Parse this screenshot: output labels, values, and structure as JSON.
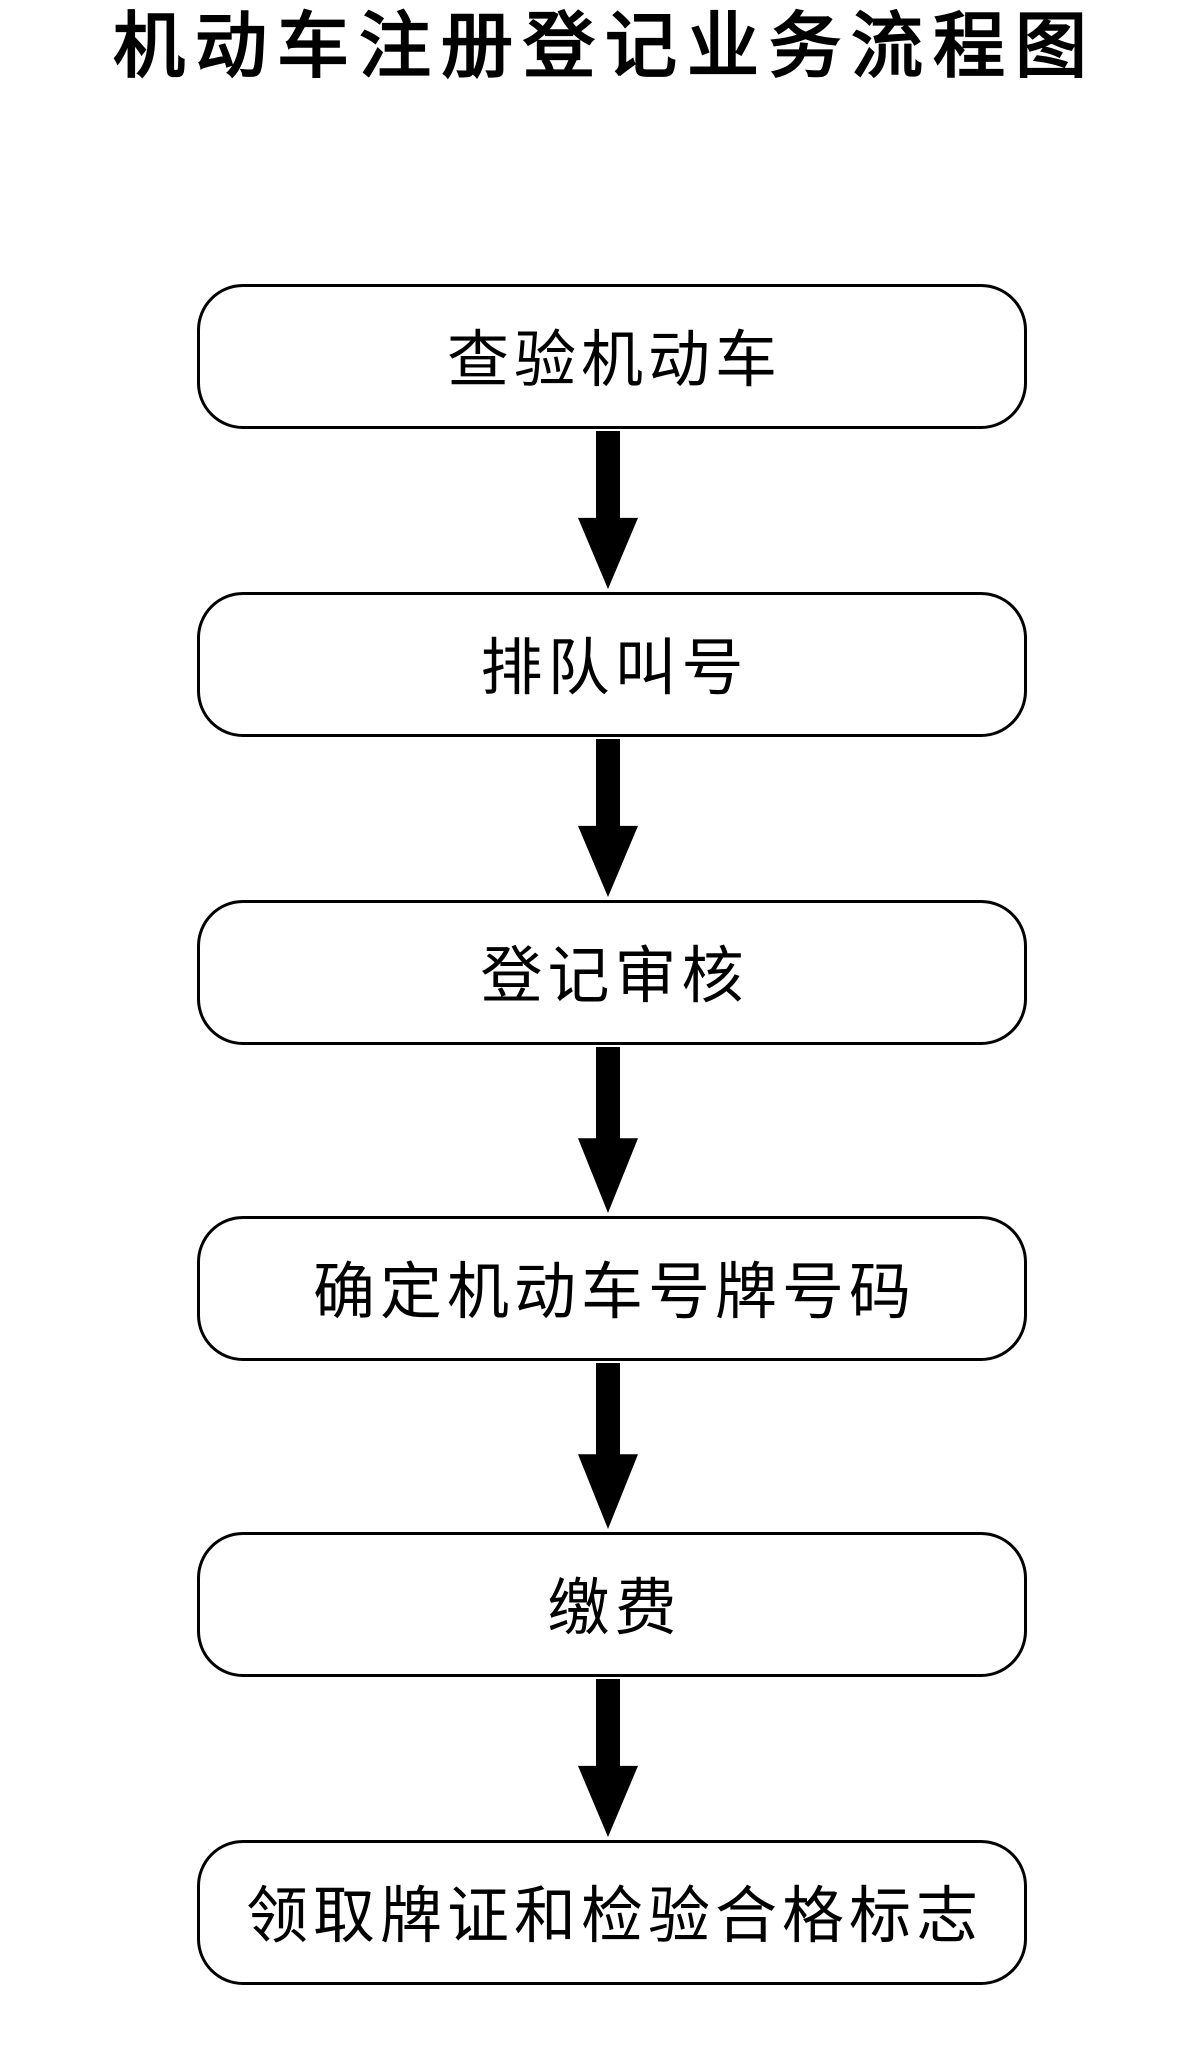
{
  "title": "机动车注册登记业务流程图",
  "flowchart": {
    "steps": [
      {
        "label": "查验机动车"
      },
      {
        "label": "排队叫号"
      },
      {
        "label": "登记审核"
      },
      {
        "label": "确定机动车号牌号码"
      },
      {
        "label": "缴费"
      },
      {
        "label": "领取牌证和检验合格标志"
      }
    ],
    "connector": "down-arrow"
  },
  "colors": {
    "background": "#ffffff",
    "line": "#000000",
    "text": "#000000",
    "arrow": "#000000"
  }
}
